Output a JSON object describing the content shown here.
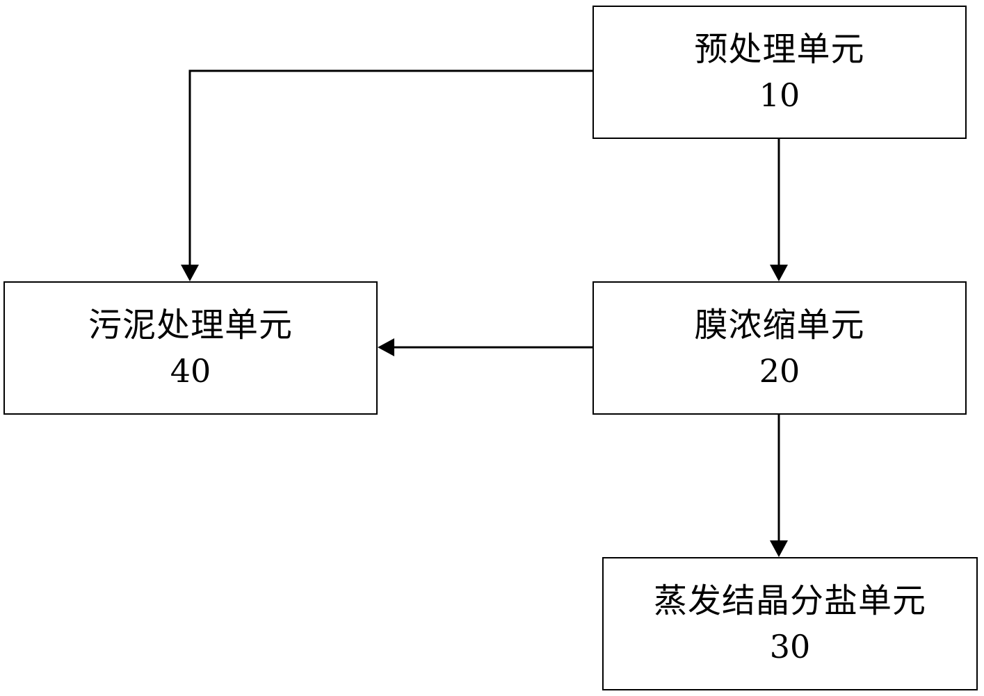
{
  "units": {
    "pretreatment": {
      "name": "预处理单元",
      "code": "10"
    },
    "membrane": {
      "name": "膜浓缩单元",
      "code": "20"
    },
    "evaporation": {
      "name": "蒸发结晶分盐单元",
      "code": "30"
    },
    "sludge": {
      "name": "污泥处理单元",
      "code": "40"
    }
  },
  "edges": [
    {
      "from": "10",
      "to": "20"
    },
    {
      "from": "20",
      "to": "30"
    },
    {
      "from": "20",
      "to": "40"
    },
    {
      "from": "10",
      "to": "40"
    }
  ],
  "colors": {
    "line": "#000000",
    "box_border": "#000000",
    "background": "#ffffff"
  }
}
